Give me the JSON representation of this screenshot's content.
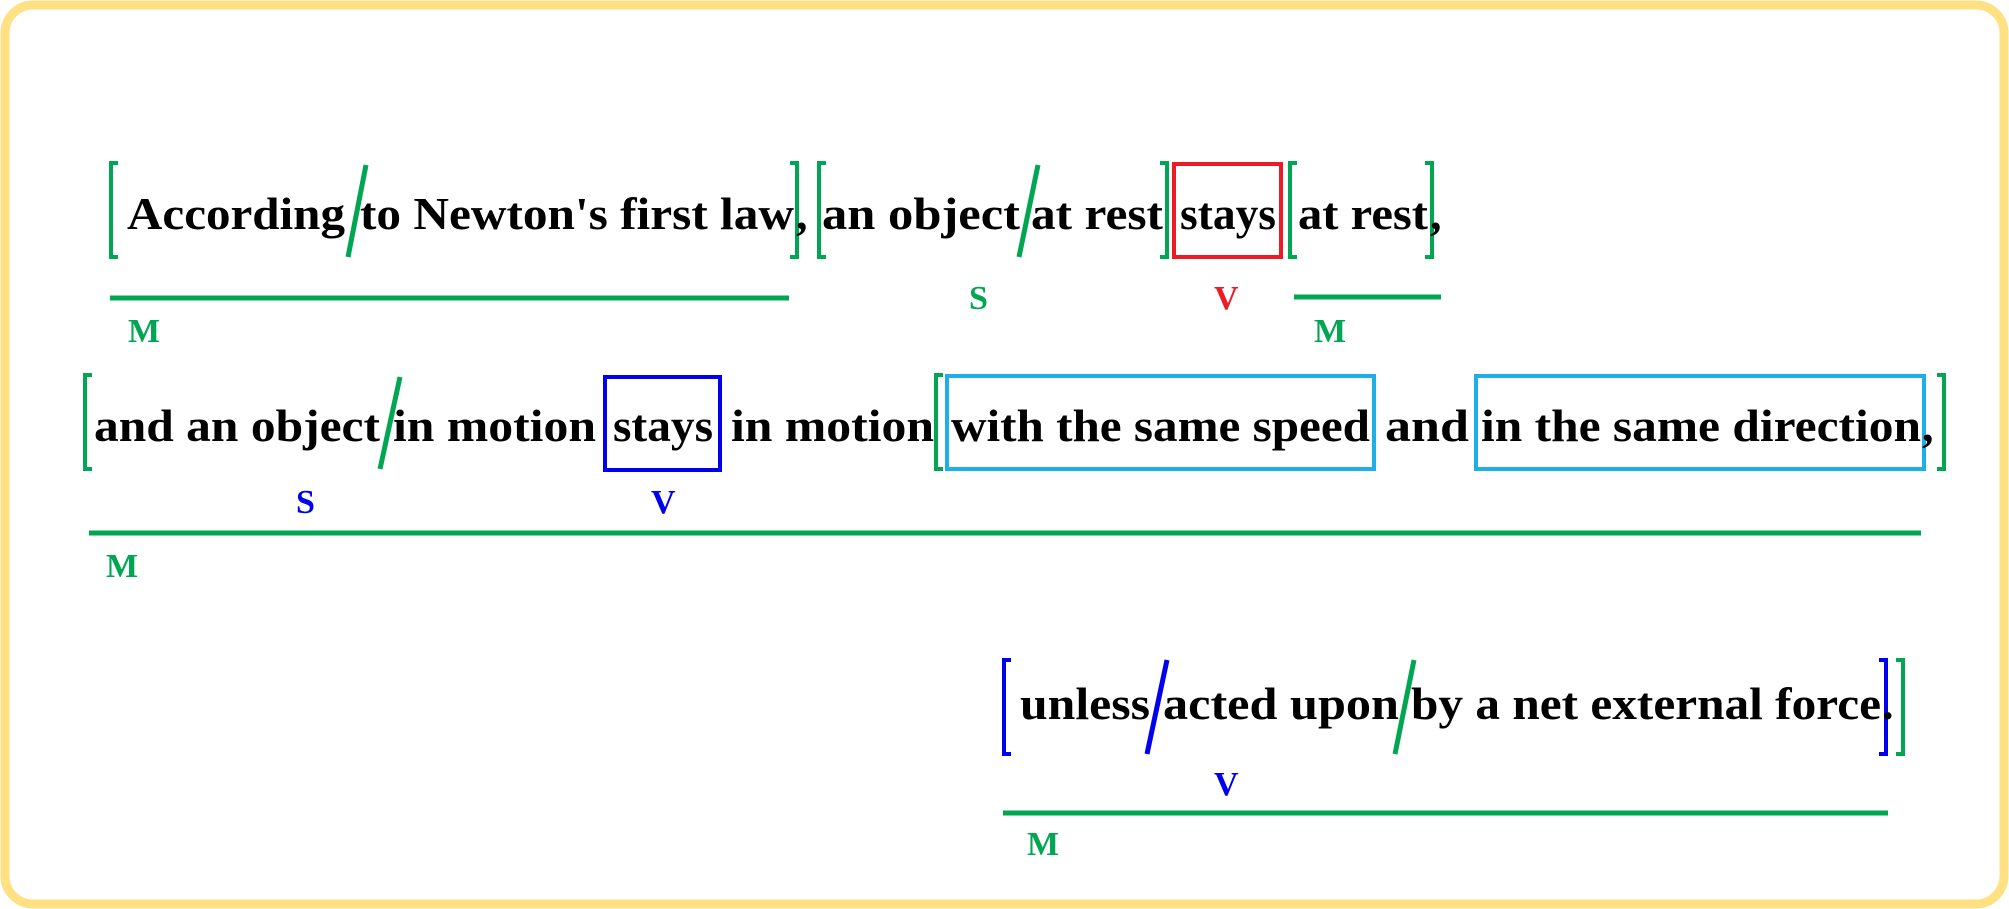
{
  "colors": {
    "frame": "#FFE082",
    "green": "#00A651",
    "red": "#ED1C24",
    "blue": "#0000EE",
    "cyan": "#1EAEE8",
    "text": "#000000"
  },
  "line1": {
    "according": "According",
    "to_newton": "to Newton's first law",
    "comma1": ",",
    "an_object": "an object",
    "at_rest1": "at rest",
    "stays": "stays",
    "at_rest2": "at rest",
    "comma2": ",",
    "label_m1": "M",
    "label_s": "S",
    "label_v": "V",
    "label_m2": "M"
  },
  "line2": {
    "and_an_object": "and an object",
    "in_motion1": "in motion",
    "stays": "stays",
    "in_motion2": "in motion",
    "same_speed": "with the same speed",
    "and": "and",
    "same_direction": "in the same direction",
    "comma": ",",
    "label_s": "S",
    "label_v": "V",
    "label_m": "M"
  },
  "line3": {
    "unless": "unless",
    "acted_upon": "acted upon",
    "by_force": "by a net external force",
    "period": ".",
    "label_v": "V",
    "label_m": "M"
  }
}
